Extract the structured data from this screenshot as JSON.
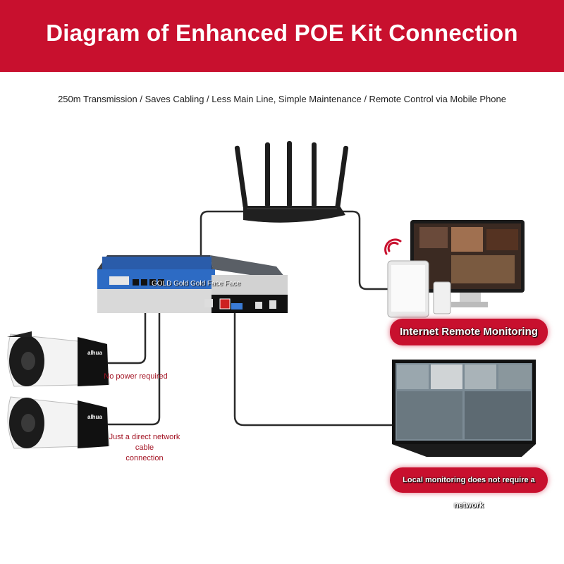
{
  "title": "Diagram of Enhanced POE Kit Connection",
  "subtitle": "250m Transmission / Saves Cabling / Less Main Line, Simple Maintenance / Remote Control via Mobile Phone",
  "labels": {
    "no_power": "No power required",
    "direct_cable_line1": "Just a direct network cable",
    "direct_cable_line2": "connection",
    "remote_monitoring": "Internet Remote Monitoring",
    "local_monitoring": "Local monitoring does not require a network",
    "nvr_face": "GOLD Gold Gold Face Face",
    "camera_brand": "alhua"
  },
  "colors": {
    "accent": "#c8102e",
    "label_red": "#a31424"
  }
}
